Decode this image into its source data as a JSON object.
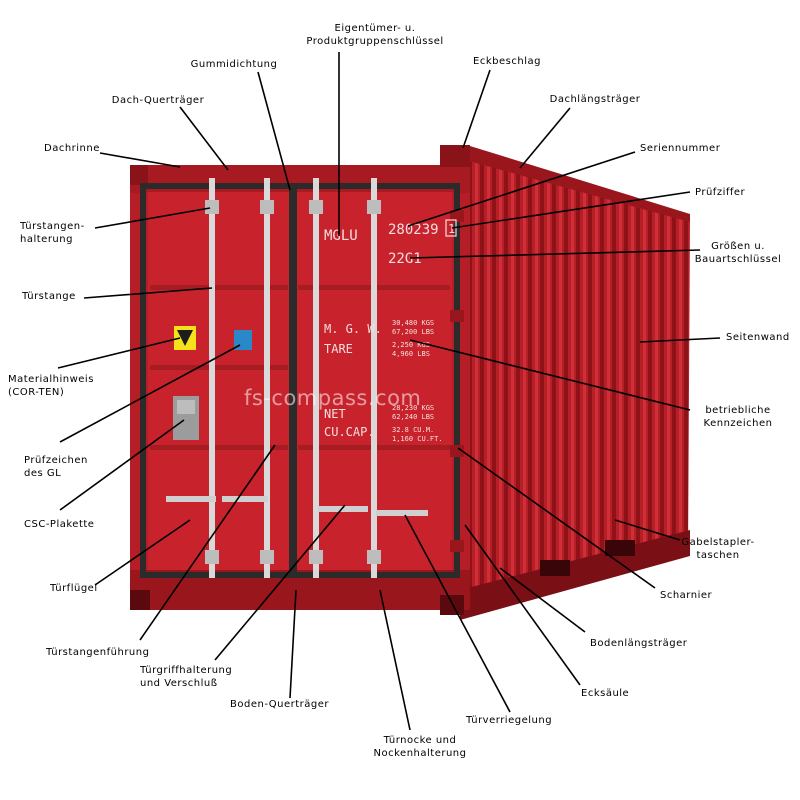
{
  "colors": {
    "container_red": "#c8232c",
    "container_shadow": "#8f1219",
    "container_highlight": "#d93a40",
    "leader_line": "#000000"
  },
  "watermark": "fs-compass.com",
  "container_markings": {
    "owner_code": "MGLU",
    "serial": "280239",
    "check_digit": "1",
    "size_type": "22G1",
    "mgw_label": "M. G. W.",
    "tare_label": "TARE",
    "net_label": "NET",
    "cucap_label": "CU.CAP.",
    "mgw_kgs": "30,480 KGS",
    "mgw_lbs": "67,200 LBS",
    "tare_kgs": "2,250 KGS",
    "tare_lbs": "4,960 LBS",
    "net_kgs": "28,230 KGS",
    "net_lbs": "62,240 LBS",
    "cap_cum": "32.8 CU.M.",
    "cap_cuft": "1,160 CU.FT."
  },
  "labels": {
    "eigentuemer_1": "Eigentümer- u.",
    "eigentuemer_2": "Produktgruppenschlüssel",
    "gummidichtung": "Gummidichtung",
    "eckbeschlag": "Eckbeschlag",
    "dach_quertraeger": "Dach-Querträger",
    "dachlaengstraeger": "Dachlängsträger",
    "dachrinne": "Dachrinne",
    "seriennummer": "Seriennummer",
    "pruefziffer": "Prüfziffer",
    "tuerstangenhalterung_1": "Türstangen-",
    "tuerstangenhalterung_2": "halterung",
    "groessen_1": "Größen u.",
    "groessen_2": "Bauartschlüssel",
    "tuerstange": "Türstange",
    "seitenwand": "Seitenwand",
    "materialhinweis_1": "Materialhinweis",
    "materialhinweis_2": "(COR-TEN)",
    "betriebliche_1": "betriebliche",
    "betriebliche_2": "Kennzeichen",
    "pruefzeichen_1": "Prüfzeichen",
    "pruefzeichen_2": "des GL",
    "csc_plakette": "CSC-Plakette",
    "gabelstapler_1": "Gabelstapler-",
    "gabelstapler_2": "taschen",
    "tuerfluegel": "Türflügel",
    "scharnier": "Scharnier",
    "tuerstangenfuehrung": "Türstangenführung",
    "bodenlaengstraeger": "Bodenlängsträger",
    "tuergriff_1": "Türgriffhalterung",
    "tuergriff_2": "und Verschluß",
    "ecksaeule": "Ecksäule",
    "boden_quertraeger": "Boden-Querträger",
    "tuerverriegelung": "Türverriegelung",
    "tuernocke_1": "Türnocke und",
    "tuernocke_2": "Nockenhalterung"
  }
}
